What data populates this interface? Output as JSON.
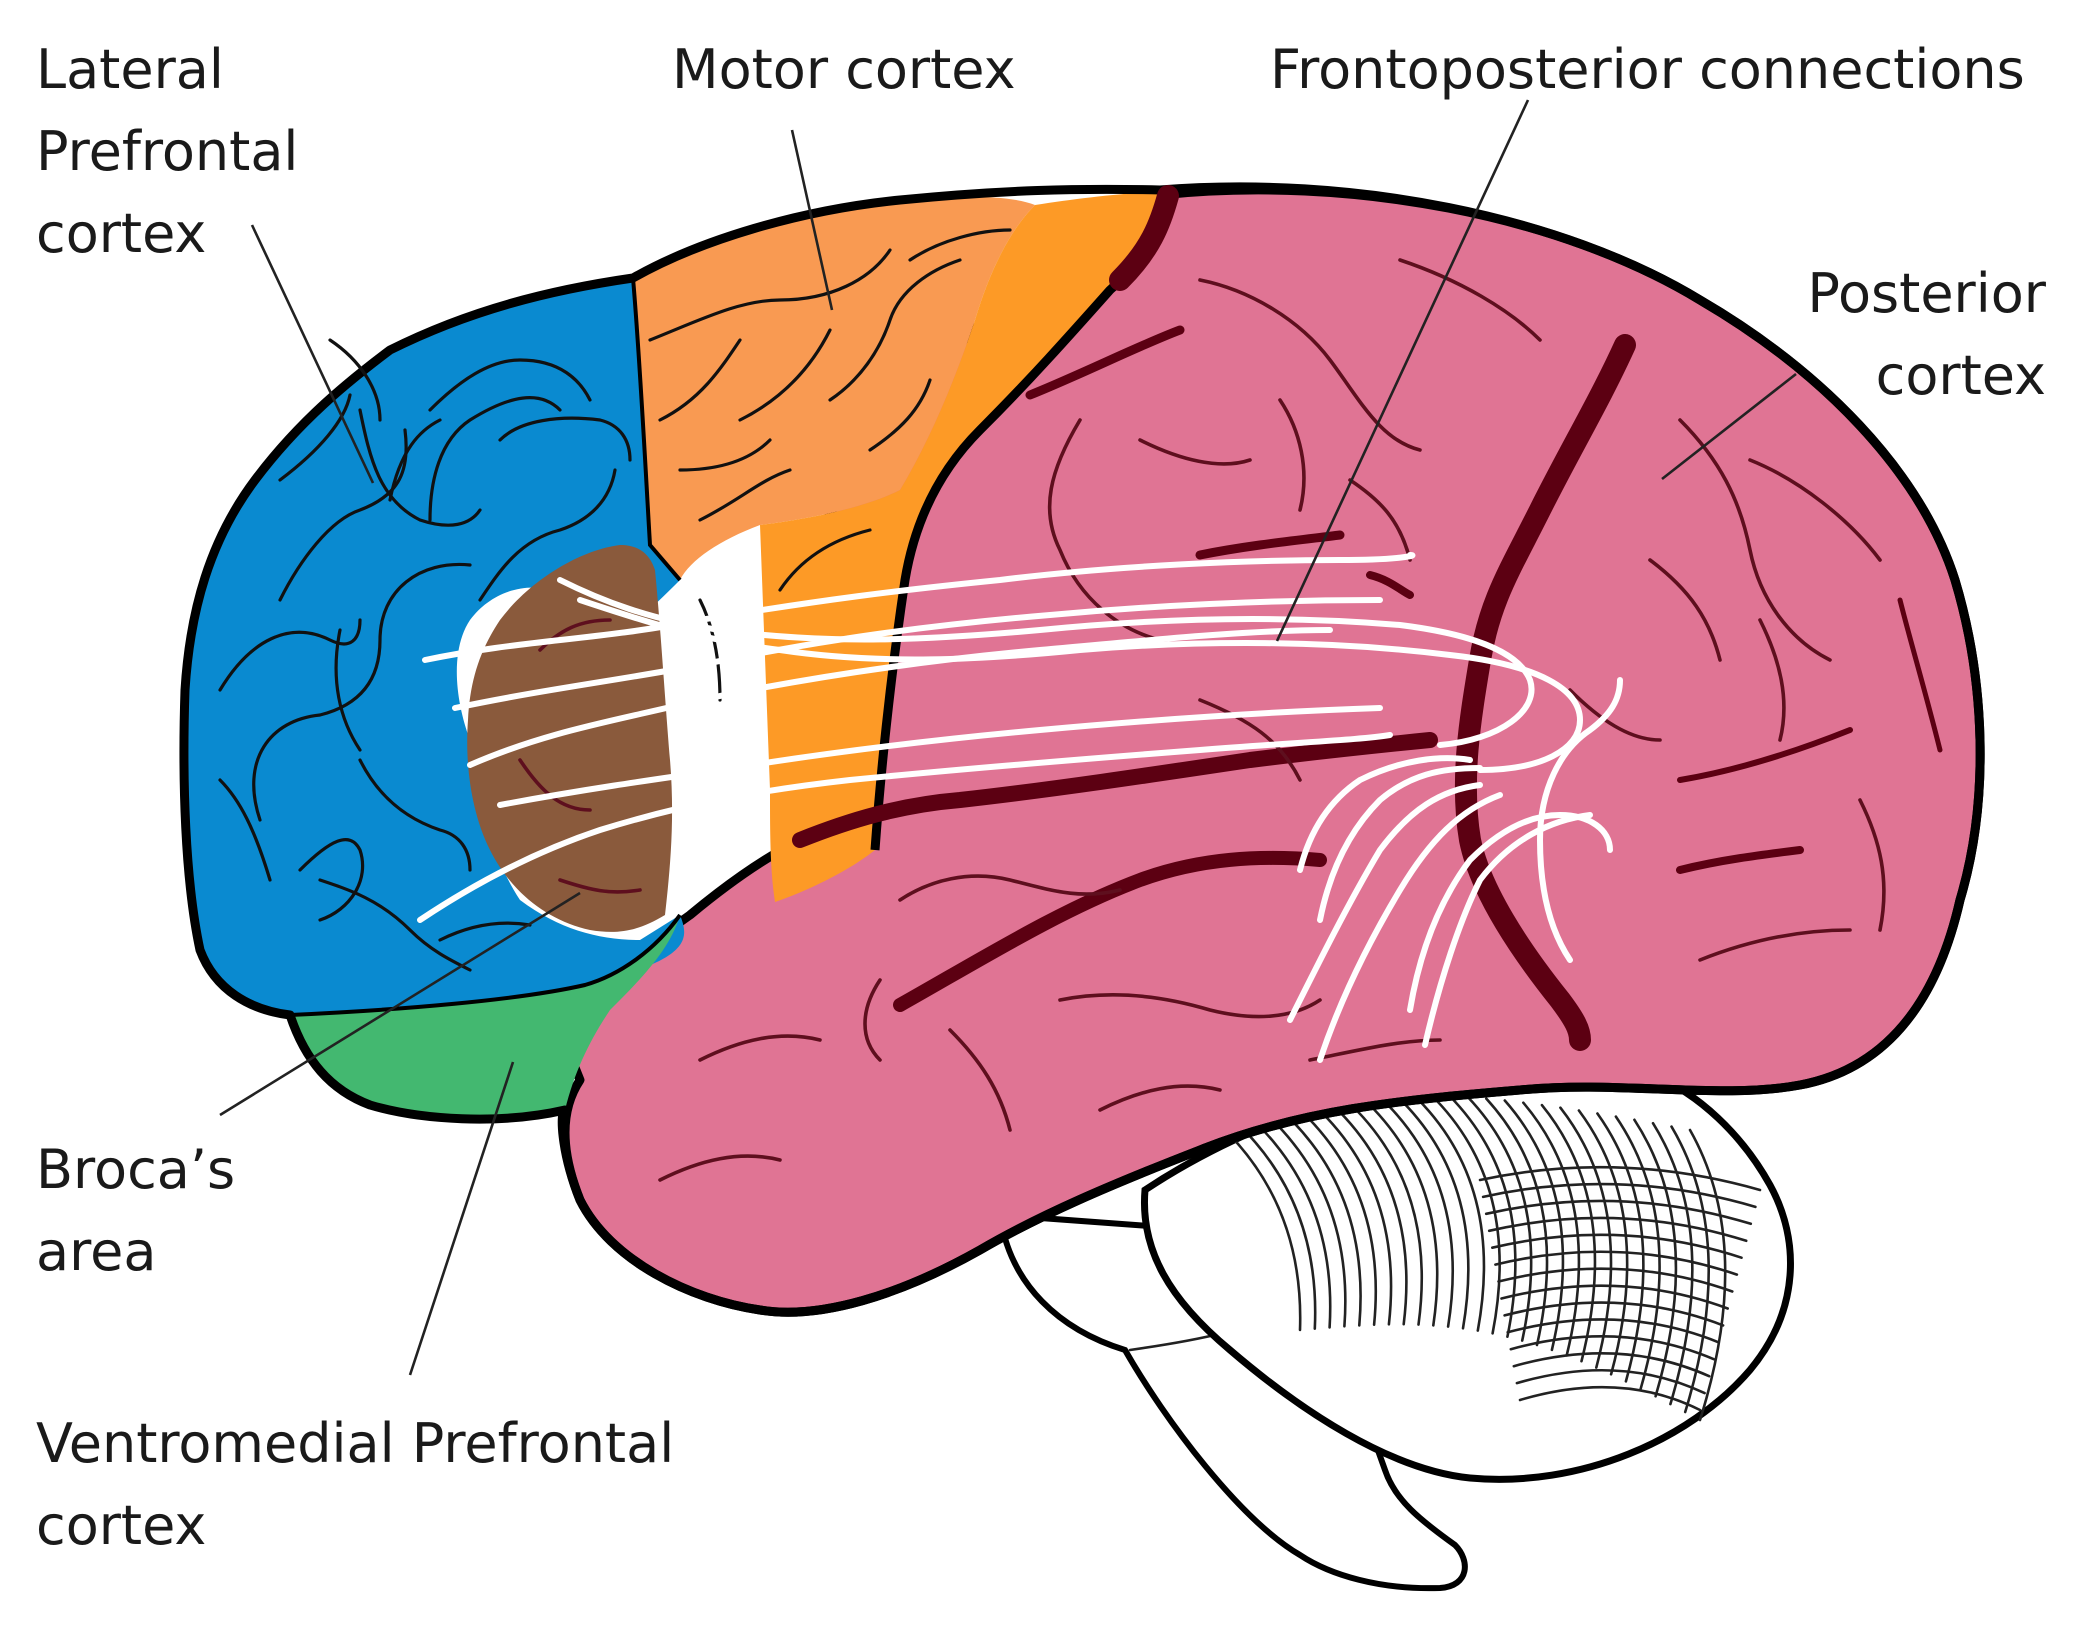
{
  "labels": {
    "lateral_pfc": [
      "Lateral",
      "Prefrontal",
      "cortex"
    ],
    "motor_cortex": "Motor cortex",
    "frontoposterior": "Frontoposterior connections",
    "posterior_cortex": [
      "Posterior",
      "cortex"
    ],
    "broca": [
      "Broca’s",
      "area"
    ],
    "vmpfc": [
      "Ventromedial Prefrontal",
      "cortex"
    ]
  },
  "colors": {
    "lateral_pfc": "#0a8ad0",
    "motor_cortex_front": "#f99a52",
    "motor_cortex_back": "#fd9a26",
    "posterior_cortex": "#e07494",
    "broca": "#8a5a3c",
    "vmpfc": "#43b870",
    "sulcus": "#5c0012",
    "tracts": "#ffffff"
  }
}
